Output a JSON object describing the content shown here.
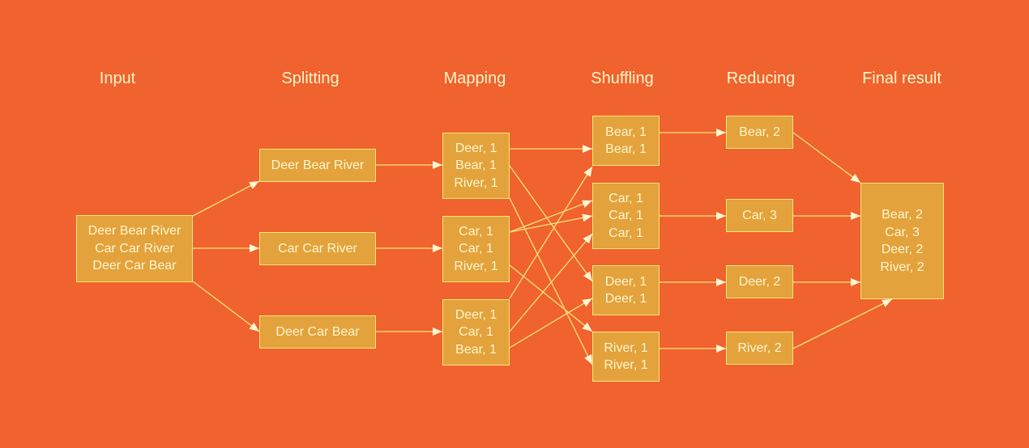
{
  "colors": {
    "background": "#f0622e",
    "box_fill": "#e3a23b",
    "box_border": "#fde57a",
    "text": "#fff6d0",
    "arrow": "#fff6d0"
  },
  "stages": [
    "Input",
    "Splitting",
    "Mapping",
    "Shuffling",
    "Reducing",
    "Final result"
  ],
  "input": {
    "lines": [
      "Deer Bear River",
      "Car Car River",
      "Deer Car Bear"
    ]
  },
  "splitting": [
    {
      "lines": [
        "Deer Bear River"
      ]
    },
    {
      "lines": [
        "Car Car River"
      ]
    },
    {
      "lines": [
        "Deer Car Bear"
      ]
    }
  ],
  "mapping": [
    {
      "lines": [
        "Deer, 1",
        "Bear, 1",
        "River, 1"
      ]
    },
    {
      "lines": [
        "Car, 1",
        "Car, 1",
        "River, 1"
      ]
    },
    {
      "lines": [
        "Deer, 1",
        "Car, 1",
        "Bear, 1"
      ]
    }
  ],
  "shuffling": [
    {
      "lines": [
        "Bear, 1",
        "Bear, 1"
      ]
    },
    {
      "lines": [
        "Car, 1",
        "Car, 1",
        "Car, 1"
      ]
    },
    {
      "lines": [
        "Deer, 1",
        "Deer, 1"
      ]
    },
    {
      "lines": [
        "River, 1",
        "River, 1"
      ]
    }
  ],
  "reducing": [
    {
      "lines": [
        "Bear, 2"
      ]
    },
    {
      "lines": [
        "Car, 3"
      ]
    },
    {
      "lines": [
        "Deer, 2"
      ]
    },
    {
      "lines": [
        "River, 2"
      ]
    }
  ],
  "final": {
    "lines": [
      "Bear, 2",
      "Car, 3",
      "Deer, 2",
      "River, 2"
    ]
  }
}
